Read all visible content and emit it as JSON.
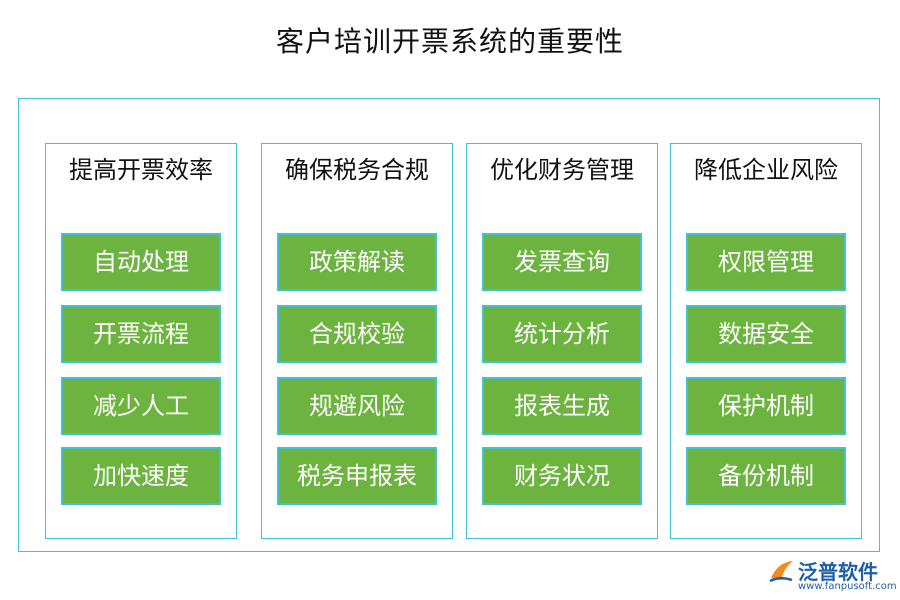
{
  "title": "客户培训开票系统的重要性",
  "columns": [
    {
      "heading": "提高开票效率",
      "items": [
        "自动处理",
        "开票流程",
        "减少人工",
        "加快速度"
      ]
    },
    {
      "heading": "确保税务合规",
      "items": [
        "政策解读",
        "合规校验",
        "规避风险",
        "税务申报表"
      ]
    },
    {
      "heading": "优化财务管理",
      "items": [
        "发票查询",
        "统计分析",
        "报表生成",
        "财务状况"
      ]
    },
    {
      "heading": "降低企业风险",
      "items": [
        "权限管理",
        "数据安全",
        "保护机制",
        "备份机制"
      ]
    }
  ],
  "logo": {
    "name": "泛普软件",
    "url": "www.fanpusoft.com",
    "icon": "fanpu-logo-icon"
  },
  "colors": {
    "box_fill": "#6db33f",
    "border": "#3ec3d3",
    "logo": "#1f5fa8"
  }
}
